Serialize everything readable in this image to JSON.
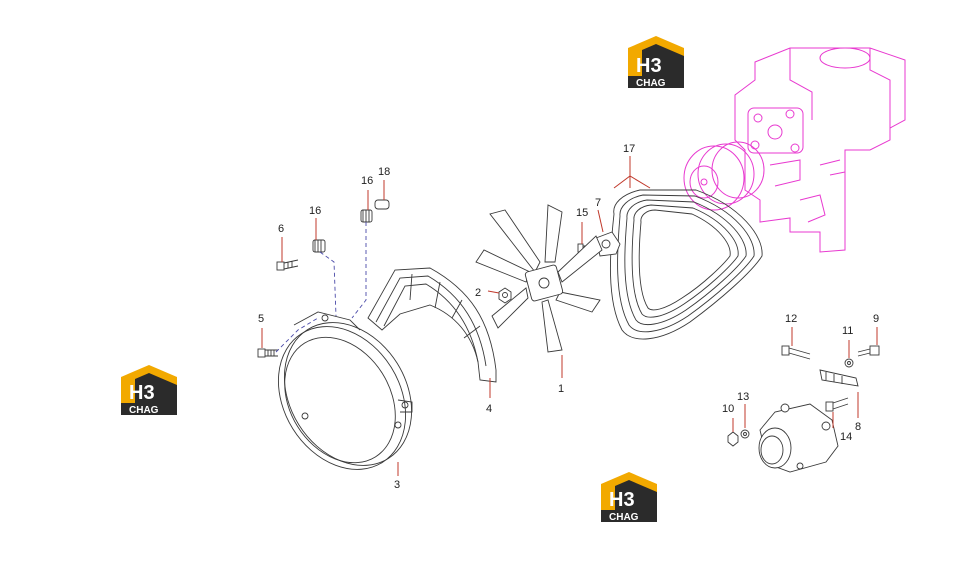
{
  "diagram": {
    "callouts": [
      "1",
      "2",
      "3",
      "4",
      "5",
      "6",
      "7",
      "8",
      "9",
      "10",
      "11",
      "12",
      "13",
      "14",
      "15",
      "16",
      "16",
      "17",
      "18"
    ],
    "parts": [
      {
        "name": "fan",
        "label": "1"
      },
      {
        "name": "nut",
        "label": "2"
      },
      {
        "name": "fan-ring",
        "label": "3"
      },
      {
        "name": "fan-shroud",
        "label": "4"
      },
      {
        "name": "bolt",
        "label": "5"
      },
      {
        "name": "bolt",
        "label": "6"
      },
      {
        "name": "bracket",
        "label": "7"
      },
      {
        "name": "adjusting-bracket",
        "label": "8"
      },
      {
        "name": "bolt",
        "label": "9"
      },
      {
        "name": "nut",
        "label": "10"
      },
      {
        "name": "washer",
        "label": "11"
      },
      {
        "name": "bolt",
        "label": "12"
      },
      {
        "name": "washer",
        "label": "13"
      },
      {
        "name": "alternator",
        "label": "14"
      },
      {
        "name": "bolt",
        "label": "15"
      },
      {
        "name": "spacer",
        "label": "16"
      },
      {
        "name": "spacer",
        "label": "16"
      },
      {
        "name": "v-belt",
        "label": "17"
      },
      {
        "name": "bushing",
        "label": "18"
      }
    ]
  },
  "watermarks": [
    {
      "mark": "H3",
      "sub": "CHAG"
    },
    {
      "mark": "H3",
      "sub": "CHAG"
    },
    {
      "mark": "H3",
      "sub": "CHAG"
    }
  ],
  "colors": {
    "engine_outline": "#e83ad0",
    "leader_line": "#c0392b",
    "logo_orange": "#f2a900",
    "logo_dark": "#2b2b2b"
  }
}
